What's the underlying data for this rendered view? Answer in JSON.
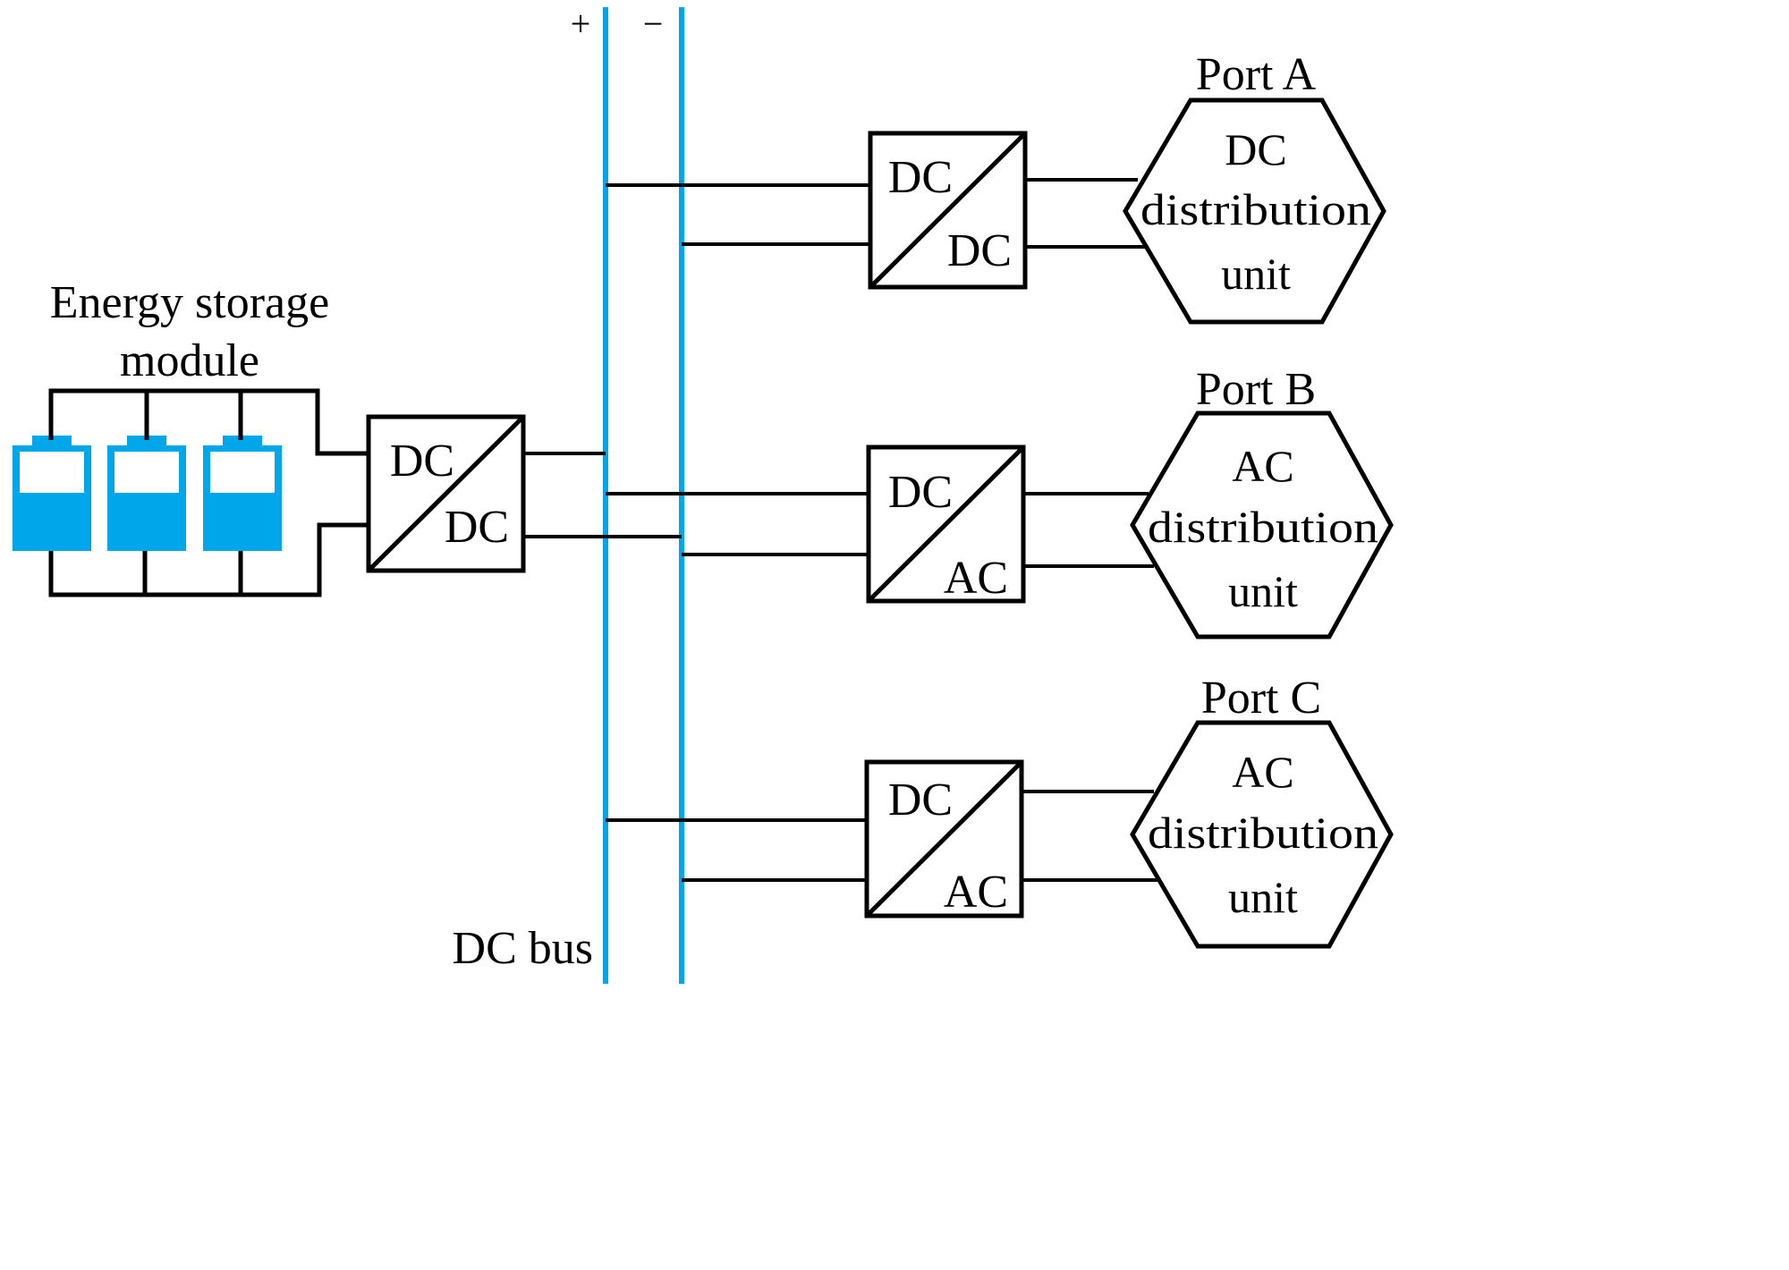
{
  "bus": {
    "label": "DC bus",
    "plus_sign": "+",
    "minus_sign": "−",
    "color": "#00a6ea"
  },
  "storage": {
    "label_line1": "Energy storage",
    "label_line2": "module",
    "battery_color": "#00a6ea",
    "battery_count": 3
  },
  "storage_converter": {
    "top": "DC",
    "bottom": "DC"
  },
  "ports": [
    {
      "name": "Port A",
      "converter": {
        "top": "DC",
        "bottom": "DC"
      },
      "unit": {
        "line1": "DC",
        "line2": "distribution",
        "line3": "unit"
      }
    },
    {
      "name": "Port B",
      "converter": {
        "top": "DC",
        "bottom": "AC"
      },
      "unit": {
        "line1": "AC",
        "line2": "distribution",
        "line3": "unit"
      }
    },
    {
      "name": "Port C",
      "converter": {
        "top": "DC",
        "bottom": "AC"
      },
      "unit": {
        "line1": "AC",
        "line2": "distribution",
        "line3": "unit"
      }
    }
  ]
}
